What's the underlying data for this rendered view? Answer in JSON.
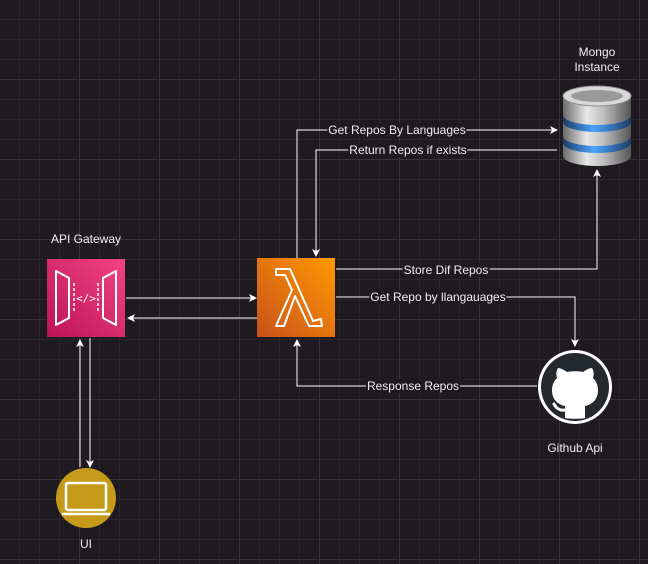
{
  "nodes": {
    "mongo": {
      "label_line1": "Mongo",
      "label_line2": "Instance"
    },
    "api_gateway": {
      "label": "API Gateway"
    },
    "lambda": {
      "label": ""
    },
    "github": {
      "label": "Github Api"
    },
    "ui": {
      "label": "UI"
    }
  },
  "edges": {
    "get_repos_by_languages": "Get Repos By Languages",
    "return_repos_if_exists": "Return Repos if exists",
    "store_dif_repos": "Store Dif Repos",
    "get_repo_by_llangauages": "Get Repo by llangauages",
    "response_repos": "Response Repos"
  },
  "colors": {
    "api_gateway": "#e7157b",
    "lambda": "#f58a07",
    "github": "#24292e",
    "ui": "#c59a1b",
    "edge": "#ffffff"
  },
  "icons": {
    "api_gateway": "api-gateway-icon",
    "lambda": "lambda-icon",
    "mongo": "database-icon",
    "github": "github-octocat-icon",
    "ui": "monitor-icon"
  }
}
